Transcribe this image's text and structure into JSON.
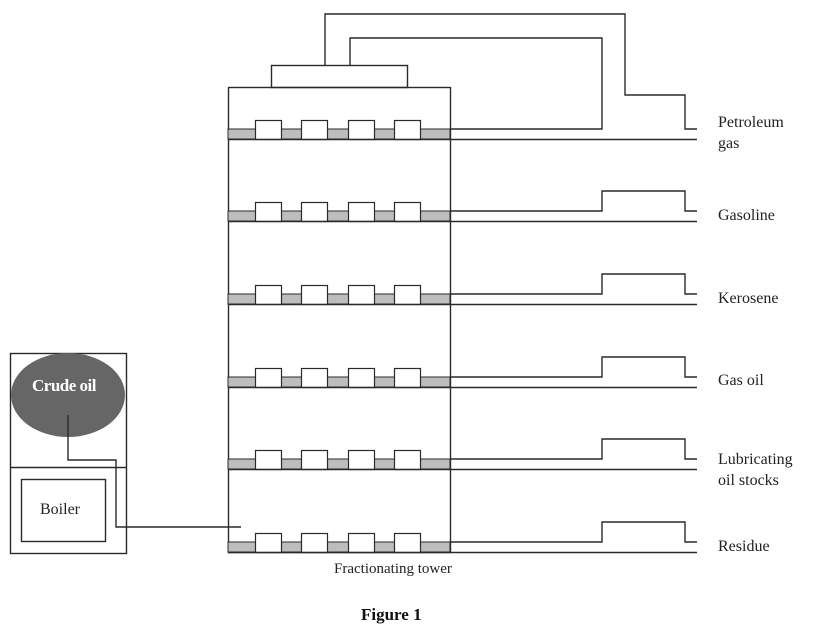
{
  "figure": {
    "caption": "Figure 1",
    "tower_label": "Fractionating tower",
    "vessel": {
      "crude_label": "Crude oil",
      "boiler_label": "Boiler"
    },
    "fractions": [
      {
        "id": "petroleum-gas",
        "lines": [
          "Petroleum",
          "gas"
        ]
      },
      {
        "id": "gasoline",
        "lines": [
          "Gasoline"
        ]
      },
      {
        "id": "kerosene",
        "lines": [
          "Kerosene"
        ]
      },
      {
        "id": "gas-oil",
        "lines": [
          "Gas oil"
        ]
      },
      {
        "id": "lubricating-oil-stocks",
        "lines": [
          "Lubricating",
          "oil stocks"
        ]
      },
      {
        "id": "residue",
        "lines": [
          "Residue"
        ]
      }
    ],
    "caps_per_tray": 4,
    "colors": {
      "line": "#2a2a2a",
      "tray": "#bdbdbd",
      "crude": "#666666"
    }
  }
}
